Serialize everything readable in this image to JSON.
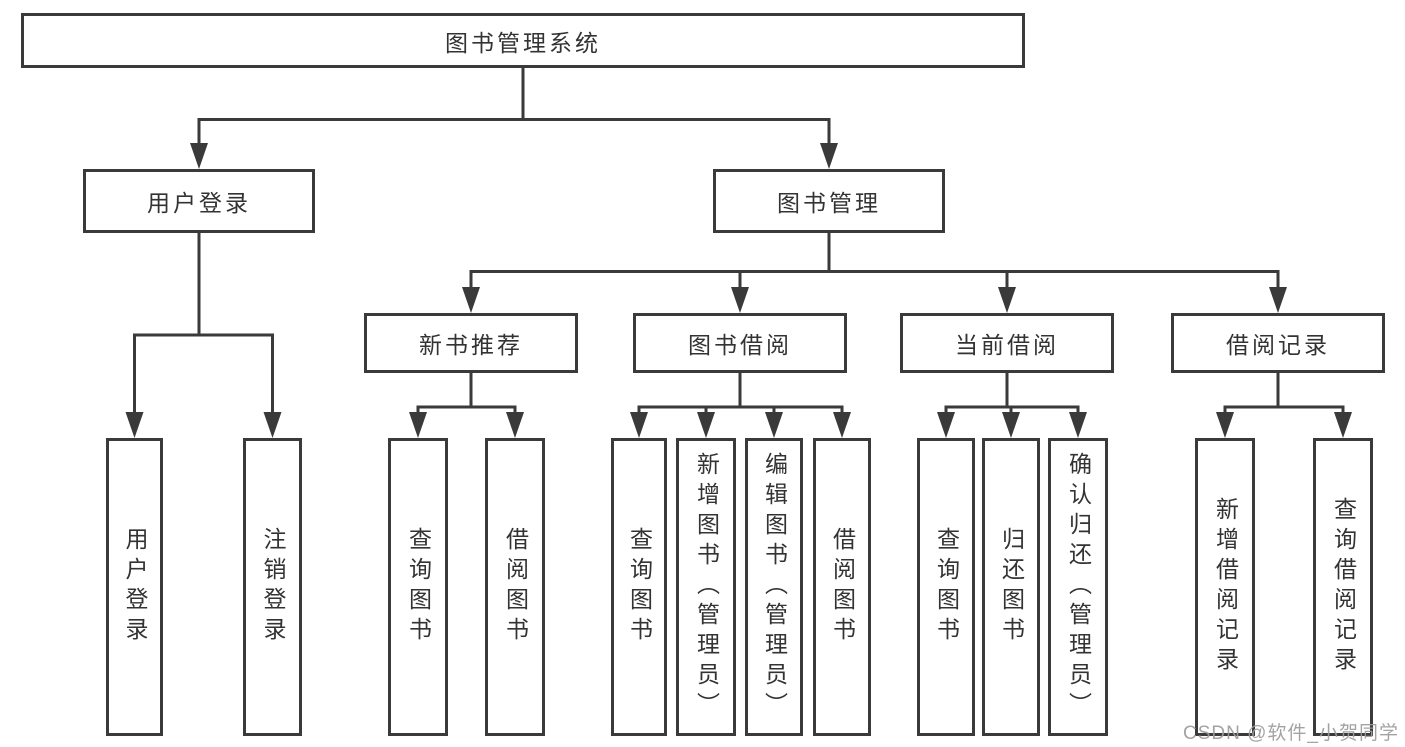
{
  "root": {
    "label": "图书管理系统"
  },
  "branches": [
    {
      "label": "用户登录",
      "leaves": [
        {
          "label": "用户登录"
        },
        {
          "label": "注销登录"
        }
      ]
    },
    {
      "label": "图书管理",
      "groups": [
        {
          "label": "新书推荐",
          "leaves": [
            {
              "label": "查询图书"
            },
            {
              "label": "借阅图书"
            }
          ]
        },
        {
          "label": "图书借阅",
          "leaves": [
            {
              "label": "查询图书"
            },
            {
              "label": "新增图书（管理员）"
            },
            {
              "label": "编辑图书（管理员）"
            },
            {
              "label": "借阅图书"
            }
          ]
        },
        {
          "label": "当前借阅",
          "leaves": [
            {
              "label": "查询图书"
            },
            {
              "label": "归还图书"
            },
            {
              "label": "确认归还（管理员）"
            }
          ]
        },
        {
          "label": "借阅记录",
          "leaves": [
            {
              "label": "新增借阅记录"
            },
            {
              "label": "查询借阅记录"
            }
          ]
        }
      ]
    }
  ],
  "watermark": {
    "label": "CSDN @软件_小贺同学"
  },
  "colors": {
    "line": "#3a3a3a",
    "border": "#3a3a3a",
    "text": "#333333",
    "watermark_text": "#9c9c9c",
    "background": "#ffffff"
  }
}
